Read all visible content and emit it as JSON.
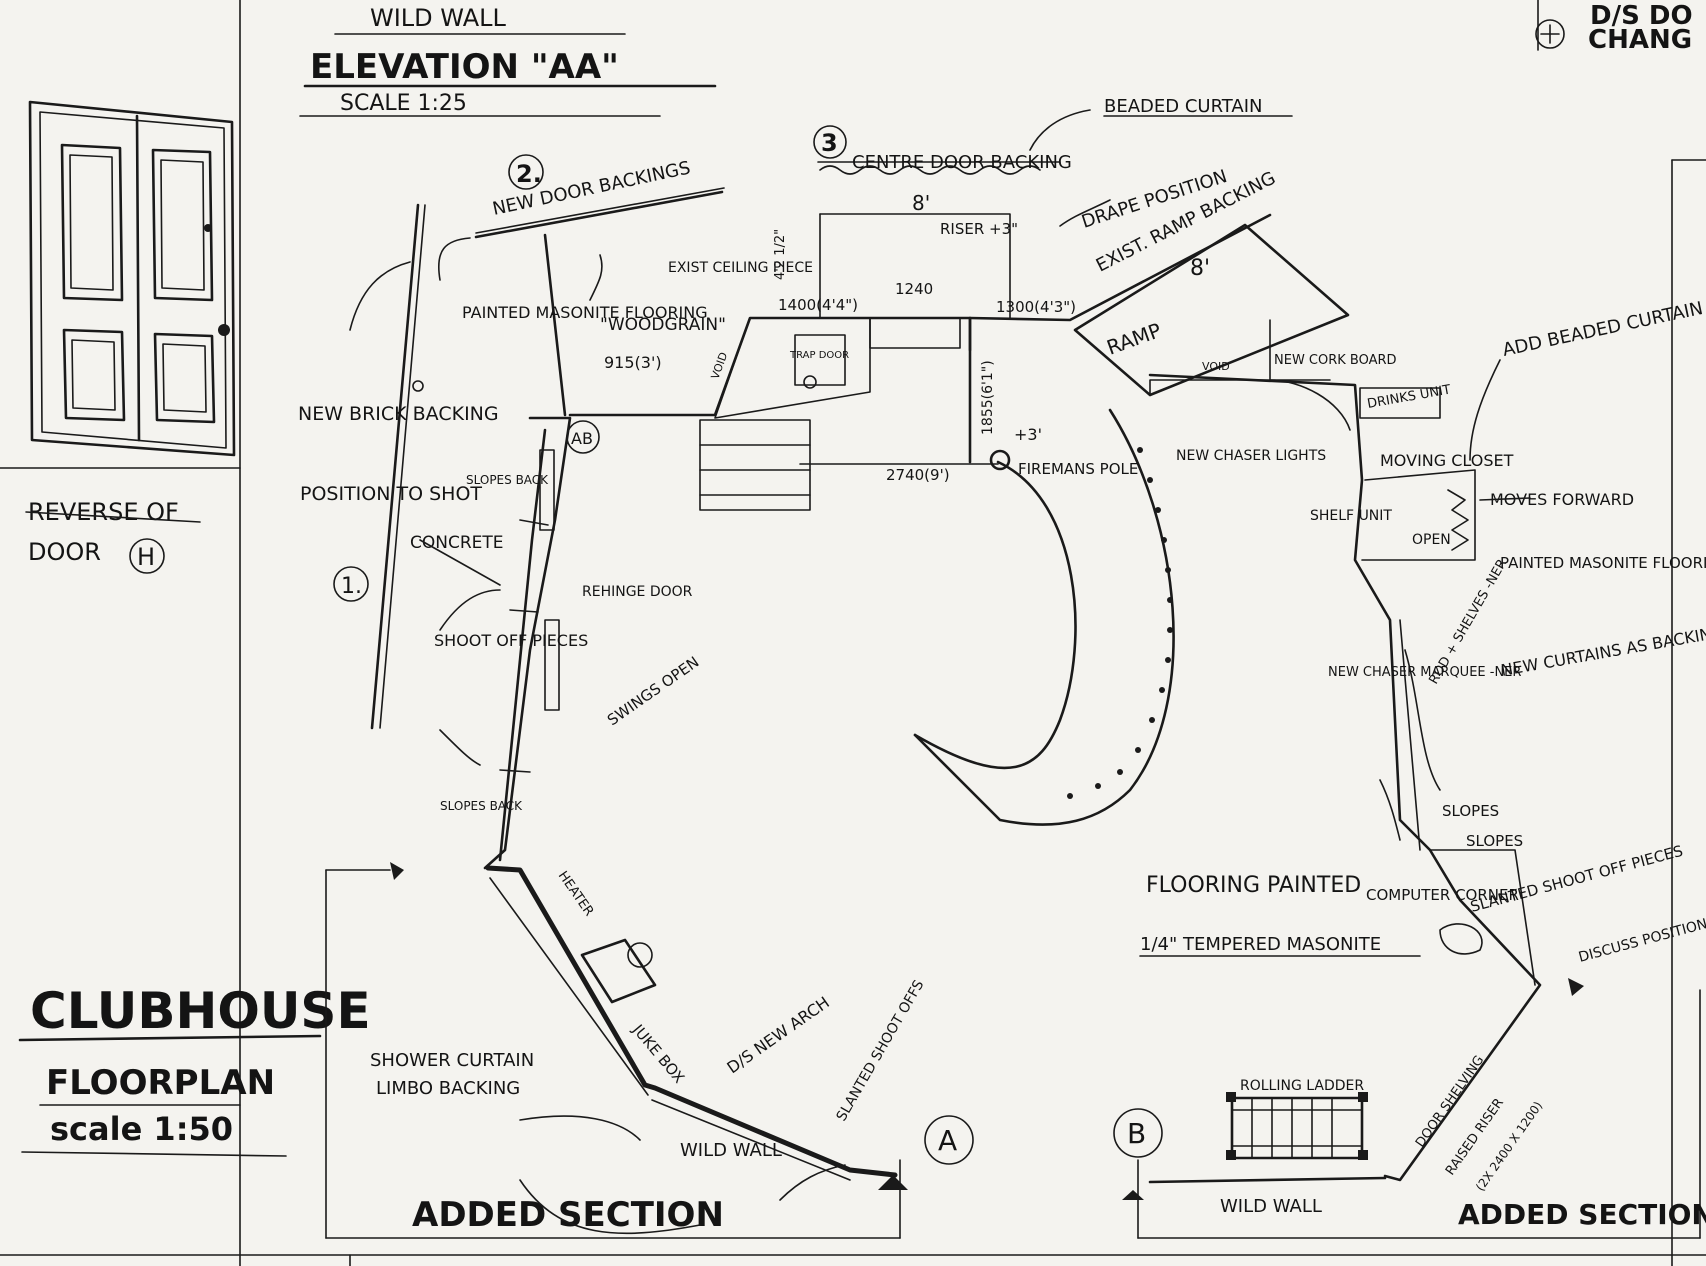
{
  "header": {
    "elevation_top": "WILD WALL",
    "elevation_title": "ELEVATION \"AA\"",
    "elevation_scale": "SCALE 1:25",
    "corner_note_line1": "D/S DO",
    "corner_note_line2": "CHANG"
  },
  "door_caption": {
    "line1": "REVERSE OF",
    "line2": "DOOR",
    "marker": "H"
  },
  "title_block": {
    "title": "CLUBHOUSE",
    "subtitle": "FLOORPLAN",
    "scale": "scale 1:50"
  },
  "markers": {
    "m1": "1.",
    "m2": "2.",
    "m3": "3",
    "mA": "A",
    "mB": "B",
    "mAB": "AB"
  },
  "notes": {
    "new_door_backings": "NEW DOOR BACKINGS",
    "centre_door_backing": "CENTRE DOOR BACKING",
    "beaded_curtain": "BEADED CURTAIN",
    "drape_position": "DRAPE POSITION",
    "exist_ramp_backing": "EXIST. RAMP BACKING",
    "ramp": "RAMP",
    "ramp_dim": "8'",
    "riser": "RISER +3\"",
    "top_dim": "8'",
    "exist_ceiling_piece": "EXIST CEILING PIECE",
    "dim_1400": "1400(4'4\")",
    "dim_1240": "1240",
    "dim_1300": "1300(4'3\")",
    "dim_vert": "4'2 1/2\"",
    "painted_masonite_left": "PAINTED MASONITE FLOORING",
    "woodgrain": "\"WOODGRAIN\"",
    "dim_915": "915(3')",
    "void_left": "VOID",
    "trap_door": "TRAP DOOR",
    "dim_1855": "1855(6'1\")",
    "plus3": "+3'",
    "firemans_pole": "FIREMANS POLE",
    "dim_2740": "2740(9')",
    "new_chaser_lights": "NEW CHASER LIGHTS",
    "void_right": "VOID",
    "new_cork_board": "NEW CORK BOARD",
    "drink_unit": "DRINKS UNIT",
    "add_beaded_curtain": "ADD BEADED CURTAIN",
    "moving_closet": "MOVING CLOSET",
    "moves_forward": "MOVES FORWARD",
    "shelf_unit": "SHELF UNIT",
    "open": "OPEN",
    "painted_masonite_right": "PAINTED MASONITE FLOORING.",
    "new_brick_backing": "NEW BRICK BACKING",
    "position_to_shot": "POSITION TO SHOT",
    "slopes_back_1": "SLOPES BACK",
    "concrete": "CONCRETE",
    "rehinge_door": "REHINGE DOOR",
    "shoot_off_pieces": "SHOOT OFF PIECES",
    "swings_open": "SWINGS OPEN",
    "slopes_back_2": "SLOPES BACK",
    "new_chaser_marquee": "NEW CHASER MARQUEE -NER",
    "rod_shelves": "ROD + SHELVES -NER",
    "new_curtains": "NEW CURTAINS AS BACKING FOR CLOSET",
    "slopes_1": "SLOPES",
    "slopes_2": "SLOPES",
    "flooring_painted": "FLOORING PAINTED",
    "tempered_masonite": "1/4\" TEMPERED MASONITE",
    "computer_corner": "COMPUTER CORNER",
    "slanted_shoot_off_right": "SLANTED SHOOT OFF PIECES",
    "discuss_position": "DISCUSS POSITION",
    "juke_box": "JUKE BOX",
    "dbl_heater": "HEATER",
    "ds_new_arch": "D/S NEW ARCH",
    "slanted_shoot_offs": "SLANTED SHOOT OFFS",
    "shower_curtain": "SHOWER CURTAIN",
    "limbo_backing": "LIMBO BACKING",
    "wild_wall_left": "WILD WALL",
    "rolling_ladder": "ROLLING LADDER",
    "door_shelving": "DOOR SHELVING",
    "raised_riser": "RAISED RISER",
    "riser_dims": "(2X 2400 X 1200)",
    "wild_wall_right": "WILD WALL",
    "added_section_left": "ADDED SECTION",
    "added_section_right": "ADDED SECTION"
  }
}
